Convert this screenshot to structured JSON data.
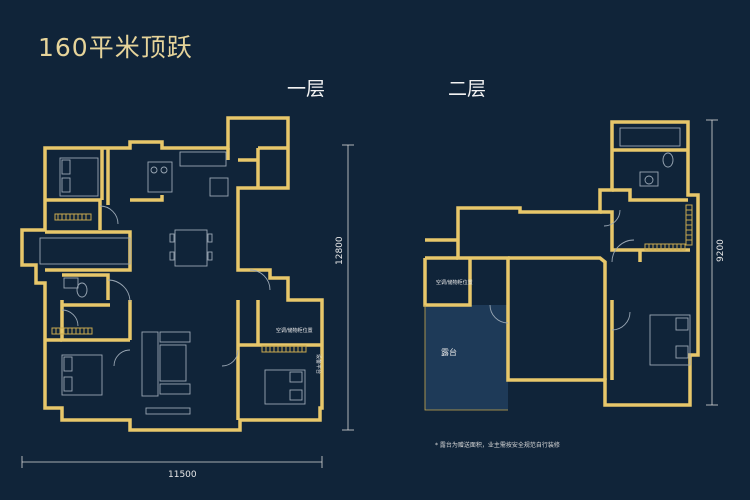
{
  "title": "160平米顶跃",
  "floors": {
    "first": {
      "label": "一层"
    },
    "second": {
      "label": "二层"
    }
  },
  "dimensions": {
    "width_first": "11500",
    "height_first": "12800",
    "height_second": "9200"
  },
  "rooms": {
    "terrace": "露台",
    "storage_first": "空调/储物柜位置",
    "storage_second": "空调/储物柜位置",
    "equipment": "设备平台"
  },
  "note": "* 露台为赠送面积，业主需按安全规范自行装修",
  "colors": {
    "background": "#102439",
    "wall": "#e7c76a",
    "title": "#e6d49a",
    "terrace_fill": "#1e3a58",
    "hatch": "#c9a94f",
    "furniture": "#9aa7b4"
  }
}
